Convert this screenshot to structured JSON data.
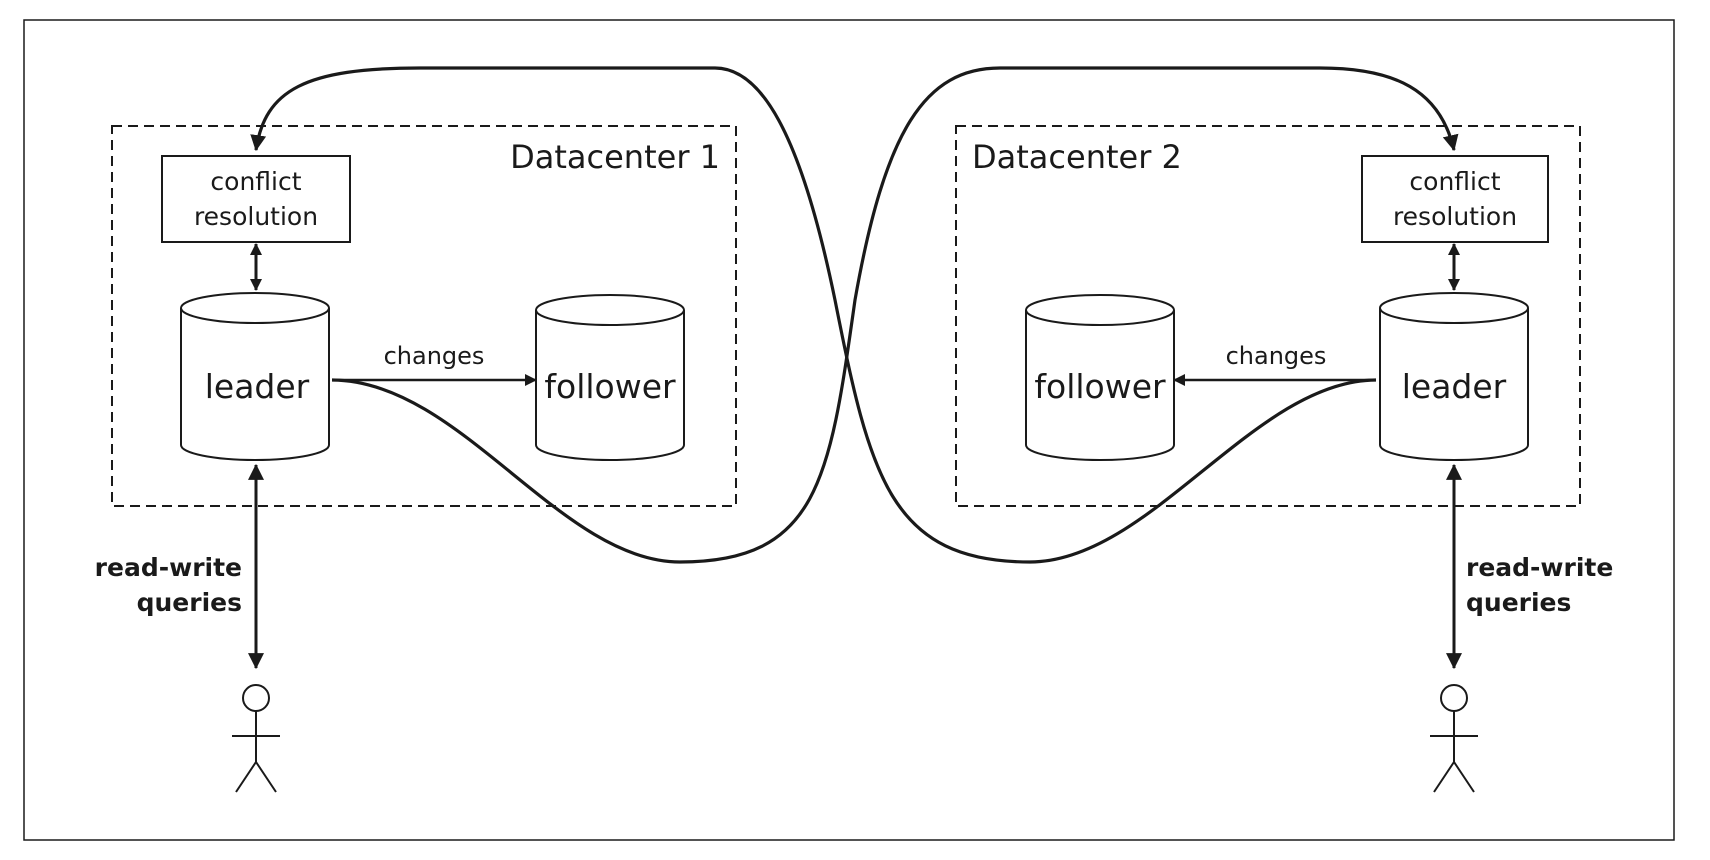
{
  "datacenters": [
    {
      "title": "Datacenter 1",
      "conflict_resolution": [
        "conflict",
        "resolution"
      ],
      "leader_label": "leader",
      "follower_label": "follower",
      "changes_label": "changes",
      "queries_label": [
        "read-write",
        "queries"
      ]
    },
    {
      "title": "Datacenter 2",
      "conflict_resolution": [
        "conflict",
        "resolution"
      ],
      "leader_label": "leader",
      "follower_label": "follower",
      "changes_label": "changes",
      "queries_label": [
        "read-write",
        "queries"
      ]
    }
  ]
}
